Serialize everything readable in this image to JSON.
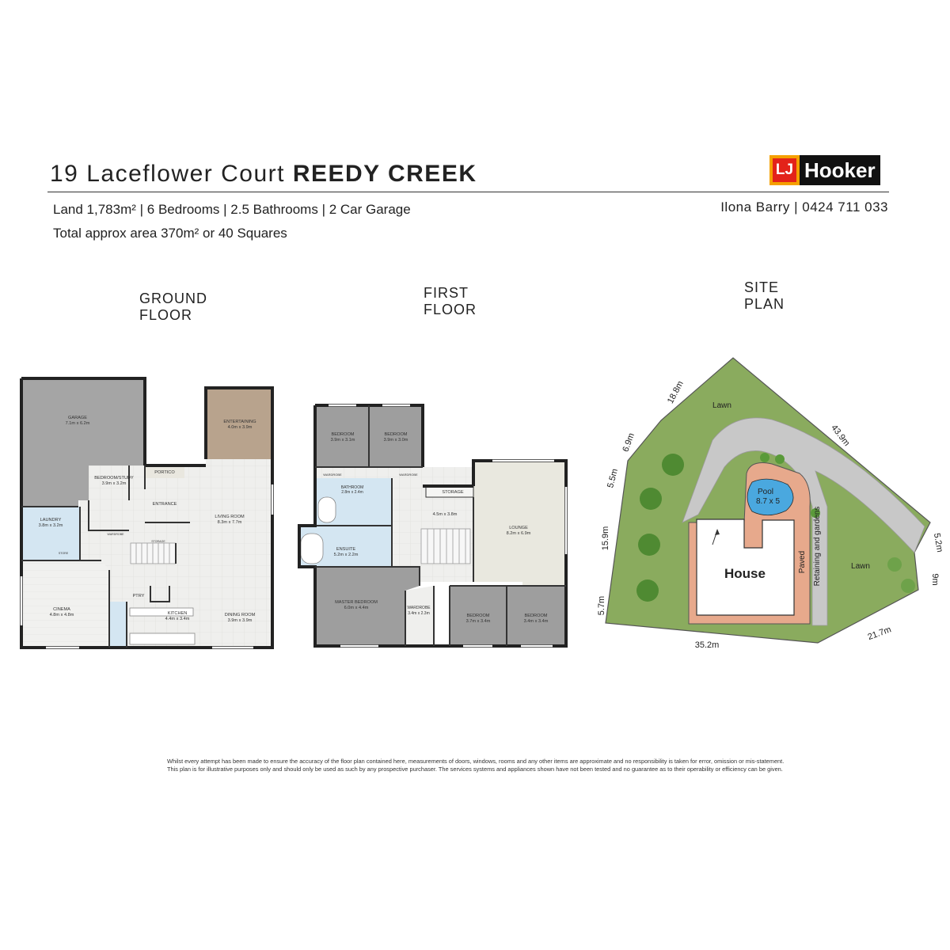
{
  "header": {
    "street": "19 Laceflower Court",
    "suburb": "REEDY CREEK",
    "details_line1": "Land 1,783m² | 6 Bedrooms | 2.5 Bathrooms | 2 Car Garage",
    "details_line2": "Total approx area 370m² or 40 Squares",
    "agent": "Ilona Barry | 0424 711 033",
    "logo_lj": "LJ",
    "logo_hooker": "Hooker"
  },
  "sections": {
    "ground": [
      "GROUND",
      "FLOOR"
    ],
    "first": [
      "FIRST",
      "FLOOR"
    ],
    "site": [
      "SITE",
      "PLAN"
    ]
  },
  "ground_floor": {
    "rooms": [
      {
        "name": "GARAGE",
        "size": "7.1m x 6.2m"
      },
      {
        "name": "ENTERTAINING",
        "size": "4.0m x 3.9m"
      },
      {
        "name": "PORTICO",
        "size": ""
      },
      {
        "name": "BEDROOM/STUDY",
        "size": "3.9m x 3.2m"
      },
      {
        "name": "ENTRANCE",
        "size": ""
      },
      {
        "name": "LIVING ROOM",
        "size": "8.3m x 7.7m"
      },
      {
        "name": "LAUNDRY",
        "size": "3.8m x 3.2m"
      },
      {
        "name": "STORAGE",
        "size": ""
      },
      {
        "name": "WARDROBE",
        "size": ""
      },
      {
        "name": "STORE",
        "size": ""
      },
      {
        "name": "CINEMA",
        "size": "4.8m x 4.8m"
      },
      {
        "name": "PTRY",
        "size": ""
      },
      {
        "name": "KITCHEN",
        "size": "4.4m x 3.4m"
      },
      {
        "name": "DINING ROOM",
        "size": "3.9m x 3.9m"
      }
    ]
  },
  "first_floor": {
    "rooms": [
      {
        "name": "BEDROOM",
        "size": "3.9m x 3.1m"
      },
      {
        "name": "BEDROOM",
        "size": "3.9m x 3.0m"
      },
      {
        "name": "WARDROBE",
        "size": ""
      },
      {
        "name": "WARDROBE",
        "size": ""
      },
      {
        "name": "BATHROOM",
        "size": "2.8m x 2.4m"
      },
      {
        "name": "STORAGE",
        "size": ""
      },
      {
        "name": "",
        "size": "4.5m x 3.8m"
      },
      {
        "name": "LOUNGE",
        "size": "8.2m x 6.9m"
      },
      {
        "name": "ENSUITE",
        "size": "5.2m x 2.2m"
      },
      {
        "name": "MASTER BEDROOM",
        "size": "6.0m x 4.4m"
      },
      {
        "name": "WARDROBE",
        "size": "3.4m x 2.3m"
      },
      {
        "name": "BEDROOM",
        "size": "3.7m x 3.4m"
      },
      {
        "name": "BEDROOM",
        "size": "3.4m x 3.4m"
      }
    ]
  },
  "site_plan": {
    "labels": {
      "lawn_top": "Lawn",
      "lawn_right": "Lawn",
      "pool": [
        "Pool",
        "8.7 x 5"
      ],
      "house": "House",
      "paved": "Paved",
      "retaining": "Retaining and gardens"
    },
    "dimensions": [
      "18.8m",
      "43.9m",
      "6.9m",
      "5.5m",
      "15.9m",
      "5.7m",
      "35.2m",
      "21.7m",
      "5.2m",
      "9m"
    ]
  },
  "colors": {
    "garage": "#a4a4a4",
    "entertaining": "#b9a48e",
    "floor_tile": "#eeeeec",
    "bedroom": "#9c9c9c",
    "wet_area": "#d3e6f2",
    "lawn": "#8aab5e",
    "driveway": "#c8c8c8",
    "paving": "#e7a98c",
    "pool": "#4aa8df",
    "logo_orange": "#f5a000",
    "logo_red": "#e3231a"
  },
  "disclaimer": [
    "Whilst every attempt has been made to ensure the accuracy of the floor plan contained here, measurements of doors, windows, rooms and any other items are approximate and no responsibility is taken for error, omission or mis-statement.",
    "This plan is for illustrative purposes only and should only be used as such by any prospective purchaser. The services systems and appliances shown have not been tested and no guarantee as to their operability or efficiency can be given."
  ]
}
